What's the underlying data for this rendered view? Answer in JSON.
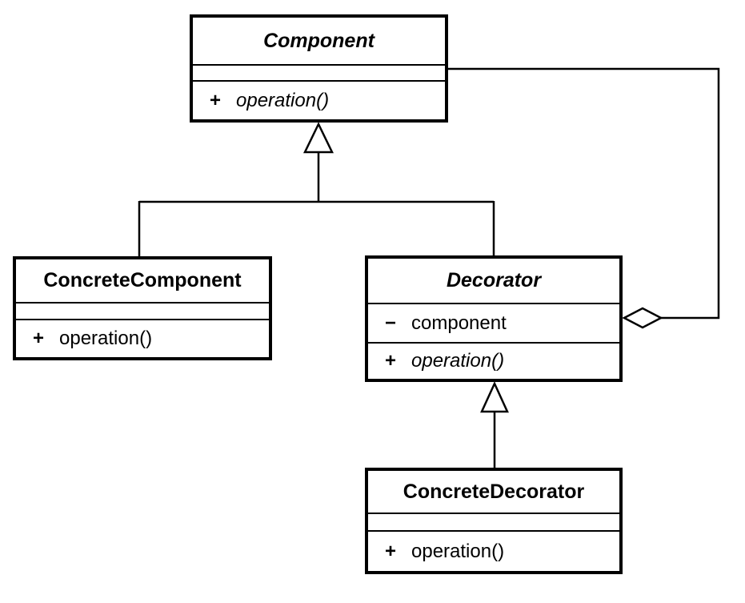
{
  "diagram": {
    "kind": "uml-class-diagram",
    "pattern": "Decorator"
  },
  "colors": {
    "stroke": "#000000",
    "background": "#ffffff",
    "shape_fill": "#ffffff"
  },
  "classes": {
    "component": {
      "name": "Component",
      "abstract": true,
      "attributes": [],
      "methods": [
        {
          "visibility": "+",
          "signature": "operation()",
          "abstract": true
        }
      ]
    },
    "concreteComponent": {
      "name": "ConcreteComponent",
      "abstract": false,
      "attributes": [],
      "methods": [
        {
          "visibility": "+",
          "signature": "operation()",
          "abstract": false
        }
      ]
    },
    "decorator": {
      "name": "Decorator",
      "abstract": true,
      "attributes": [
        {
          "visibility": "−",
          "name": "component"
        }
      ],
      "methods": [
        {
          "visibility": "+",
          "signature": "operation()",
          "abstract": true
        }
      ]
    },
    "concreteDecorator": {
      "name": "ConcreteDecorator",
      "abstract": false,
      "attributes": [],
      "methods": [
        {
          "visibility": "+",
          "signature": "operation()",
          "abstract": false
        }
      ]
    }
  },
  "relationships": [
    {
      "type": "generalization",
      "from": "ConcreteComponent",
      "to": "Component"
    },
    {
      "type": "generalization",
      "from": "Decorator",
      "to": "Component"
    },
    {
      "type": "generalization",
      "from": "ConcreteDecorator",
      "to": "Decorator"
    },
    {
      "type": "aggregation",
      "owner": "Decorator",
      "part": "Component"
    }
  ]
}
